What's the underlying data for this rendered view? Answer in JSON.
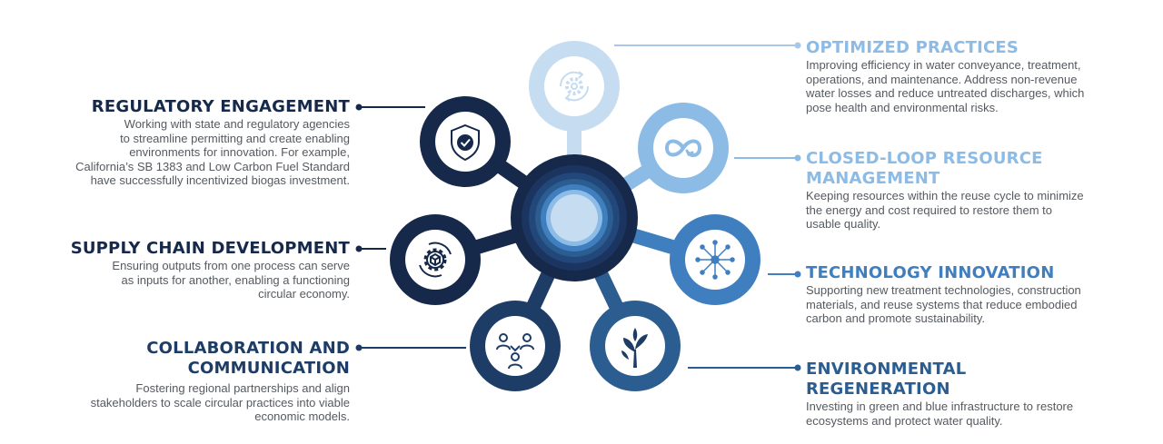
{
  "colors": {
    "navy": "#16294a",
    "dark_blue": "#1e3d66",
    "mid_blue": "#2b5d91",
    "med_blue": "#3f7fc0",
    "light_blue": "#8cbbe5",
    "pale_blue": "#c6dcf1",
    "body_text": "#555a60"
  },
  "items": {
    "regulatory": {
      "title": "REGULATORY ENGAGEMENT",
      "lines": [
        "Working with state and regulatory agencies",
        "to streamline permitting and create enabling",
        "environments for innovation. For example,",
        "California’s SB 1383 and Low Carbon Fuel Standard",
        "have successfully incentivized biogas investment."
      ],
      "icon": "shield-check-icon"
    },
    "supply_chain": {
      "title": "SUPPLY CHAIN DEVELOPMENT",
      "lines": [
        "Ensuring outputs from one process can serve",
        "as inputs for another, enabling a functioning",
        "circular economy."
      ],
      "icon": "gear-cube-cycle-icon"
    },
    "collaboration": {
      "title_lines": [
        "COLLABORATION AND",
        "COMMUNICATION"
      ],
      "lines": [
        "Fostering regional partnerships and align",
        "stakeholders to scale circular practices into viable",
        "economic models."
      ],
      "icon": "people-network-icon"
    },
    "optimized": {
      "title": "OPTIMIZED PRACTICES",
      "lines": [
        "Improving efficiency in water conveyance, treatment,",
        "operations, and maintenance. Address non-revenue",
        "water losses and reduce untreated discharges, which",
        "pose health and environmental risks."
      ],
      "icon": "gear-cycle-icon"
    },
    "closed_loop": {
      "title_lines": [
        "CLOSED-LOOP RESOURCE",
        "MANAGEMENT"
      ],
      "lines": [
        "Keeping resources within the reuse cycle to minimize",
        "the energy and cost required to restore them to",
        "usable quality."
      ],
      "icon": "infinity-loop-icon"
    },
    "technology": {
      "title": "TECHNOLOGY INNOVATION",
      "lines": [
        "Supporting new treatment technologies, construction",
        "materials, and reuse systems that reduce embodied",
        "carbon and promote sustainability."
      ],
      "icon": "network-node-icon"
    },
    "environmental": {
      "title": "ENVIRONMENTAL REGENERATION",
      "lines": [
        "Investing in green and blue infrastructure to restore",
        "ecosystems and protect water quality."
      ],
      "icon": "tree-sprout-icon"
    }
  }
}
